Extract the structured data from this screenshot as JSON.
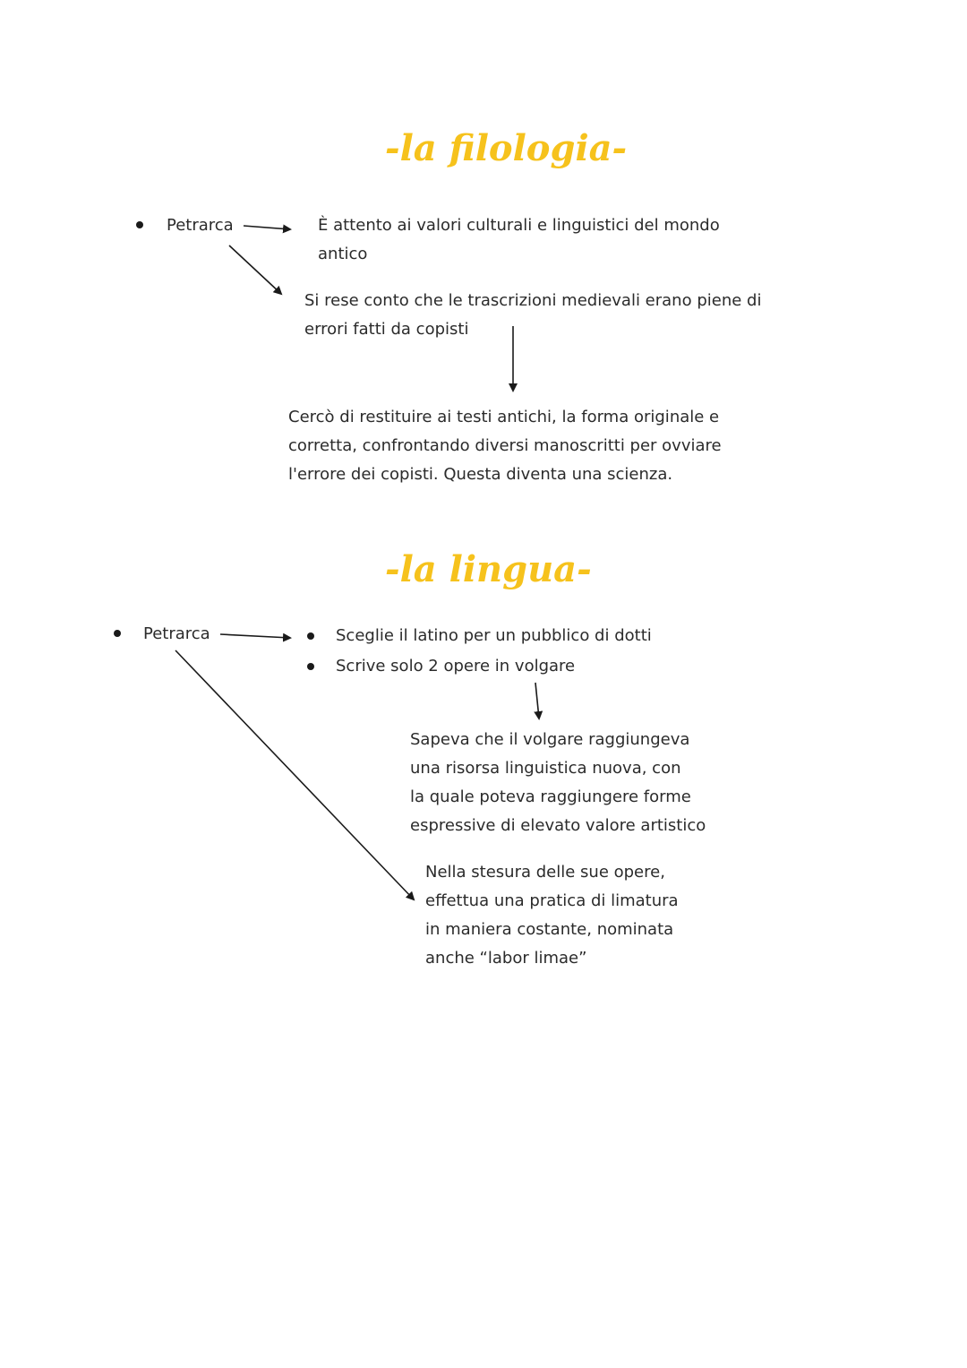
{
  "filologia": {
    "title": "-la filologia-",
    "subject": "Petrarca",
    "point_1": [
      "È attento ai valori culturali e linguistici del mondo",
      "antico"
    ],
    "point_2": [
      "Si rese conto che le trascrizioni medievali erano piene di",
      "errori fatti da copisti"
    ],
    "conclusion": [
      "Cercò di restituire ai testi antichi, la forma originale e",
      "corretta, confrontando diversi manoscritti per ovviare",
      "l'errore dei copisti. Questa diventa una scienza."
    ]
  },
  "lingua": {
    "title": "-la lingua-",
    "subject": "Petrarca",
    "bullets": [
      "Sceglie il latino per un pubblico di dotti",
      "Scrive solo 2 opere in volgare"
    ],
    "volgare_note": [
      "Sapeva che il volgare raggiungeva",
      "una risorsa linguistica nuova, con",
      "la quale poteva raggiungere forme",
      "espressive di elevato valore artistico"
    ],
    "labor_limae": [
      "Nella stesura delle sue opere,",
      "effettua una pratica di limatura",
      "in maniera costante, nominata",
      "anche “labor limae”"
    ]
  }
}
